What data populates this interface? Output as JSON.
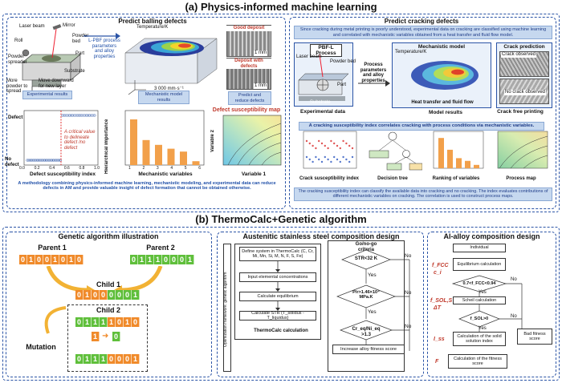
{
  "a": {
    "title": "(a) Physics-informed machine learning",
    "balling_title": "Predict balling defects",
    "cracking_title": "Predict cracking defects",
    "schematic": {
      "laser": "Laser beam",
      "mirror": "Mirror",
      "roll": "Roll",
      "powder_bed": "Powder bed",
      "powder_spreader": "Powder spreader",
      "substrate": "Substrate",
      "part": "Part",
      "more_powder": "More powder to spread",
      "move_down": "Move downward for new layer"
    },
    "lpbf_arrow": "L-PBF process parameters and alloy properties",
    "temp_label": "Temperature/K",
    "velocity_label": "3 000 mm·s⁻¹",
    "mech_results": "Mechanistic model results",
    "exp_results": "Experimental results",
    "good_deposit": "Good deposit",
    "defect_deposit": "Deposit with defects",
    "scale_1mm": "1 mm",
    "predict_reduce": "Predict and reduce defects",
    "chart1": {
      "ylabel_top": "Defect",
      "ylabel_bottom": "No defect",
      "xlabel": "Defect susceptibility index",
      "annotation": "A critical value to delineate defect /no defect",
      "ticks": [
        "0.0",
        "0.2",
        "0.4",
        "0.6",
        "0.8",
        "1.0"
      ]
    },
    "chart2": {
      "ylabel": "Hierarchical importance",
      "xlabel": "Mechanistic variables",
      "ticks": [
        "1",
        "2",
        "3",
        "4",
        "5",
        "6"
      ]
    },
    "chart3": {
      "title": "Defect susceptibility map",
      "xlabel": "Variable 1",
      "ylabel": "Variable 2"
    },
    "balling_caption": "A methodology combining physics-informed machine learning, mechanistic modeling, and experimental data can reduce defects in AM and provide valuable insight of defect formation that cannot be obtained otherwise.",
    "crack_intro": "Since cracking during metal printing is poorly understood, experimental data on cracking are classified using machine learning and correlated with mechanistic variables obtained from a heat transfer and fluid flow model.",
    "pbfl": "PBF-L Process",
    "process_params": "Process parameters and alloy properties",
    "mechanistic_model": "Mechanistic model",
    "heat_transfer": "Heat transfer and fluid flow",
    "crack_prediction": "Crack prediction",
    "crack_observed": "Crack observed",
    "no_crack": "No crack observed",
    "experimental_data": "Experimental data",
    "model_results": "Model results",
    "crack_free": "Crack free printing",
    "crack_index_bar": "A cracking susceptibility index correlates cracking with process conditions via mechanistic variables.",
    "sub_labels": [
      "Crack susceptibility index",
      "Decision tree",
      "Ranking of variables",
      "Process map"
    ],
    "crack_caption": "The cracking susceptibility index can classify the available data into cracking and no cracking. The index evaluates contributions of different mechanistic variables on cracking. The correlation is used to construct process maps."
  },
  "b": {
    "title": "(b) ThermoCalc+Genetic algorithm",
    "ga_title": "Genetic algorithm illustration",
    "parent1": "Parent 1",
    "parent2": "Parent 2",
    "child1": "Child 1",
    "child2": "Child 2",
    "mutation": "Mutation",
    "p1_bits": [
      "0",
      "1",
      "0",
      "0",
      "1",
      "0",
      "1",
      "0"
    ],
    "p2_bits": [
      "0",
      "1",
      "1",
      "1",
      "0",
      "0",
      "0",
      "1"
    ],
    "c1_bits": [
      "0",
      "1",
      "0",
      "0",
      "0",
      "0",
      "0",
      "1"
    ],
    "c2_bits": [
      "0",
      "1",
      "1",
      "1",
      "1",
      "0",
      "1",
      "0"
    ],
    "c2_mut": [
      "0",
      "1",
      "1",
      "1",
      "0",
      "0",
      "0",
      "1"
    ],
    "mut_from": "1",
    "mut_to": "0",
    "steel_title": "Austenitic stainless steel composition design",
    "steel_boxes": [
      "Define system in ThermoCalc (C, Cr, Mi, Mn, Si, M, N, F, S, Fe)",
      "Input elemental concentrations",
      "Calculate equilibrium",
      "Calculate STR (T_solidus - T_liquidus)"
    ],
    "thermocalc_calc": "ThermoCalc calculation",
    "opt_side": "Optimization framework: genetic algorithm",
    "go_nogo": "Go/no-go criteria",
    "str_crit": "STR<32 K",
    "p_crit": "P/r>1.46×10⁴ MPa.K",
    "cr_crit": "Cr_eq/Ni_eq >1.3",
    "yes": "Yes",
    "no": "No",
    "increase_score": "Increase alloy fitness score",
    "al_title": "Al-alloy composition design",
    "al_boxes": [
      "Individual",
      "Equilibrium calculation",
      "0.7<f_FCC<0.94",
      "Scheil calculation",
      "f_SOL>0",
      "Calculation of the solid solution index",
      "Calculation of the fitness score",
      "Bad fitness score"
    ],
    "al_labels": [
      "f_FCC",
      "c_i",
      "f_SOL,S",
      "ΔT",
      "I_ss",
      "F"
    ]
  }
}
